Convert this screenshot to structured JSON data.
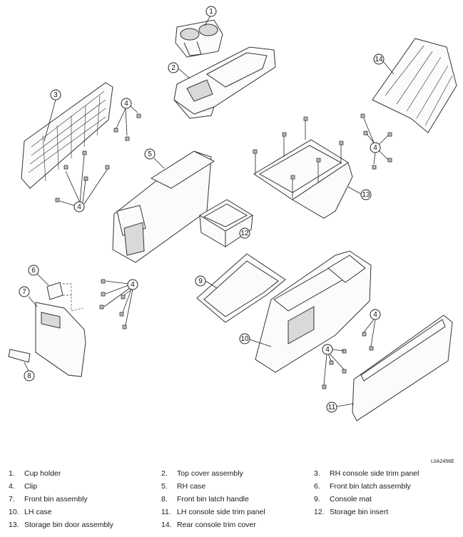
{
  "figure_id": "LIIA2456E",
  "callouts": [
    "1",
    "2",
    "3",
    "4",
    "5",
    "6",
    "7",
    "8",
    "9",
    "10",
    "11",
    "12",
    "13",
    "14"
  ],
  "legend": [
    [
      {
        "num": "1.",
        "label": "Cup holder"
      },
      {
        "num": "2.",
        "label": "Top cover assembly"
      },
      {
        "num": "3.",
        "label": "RH console side trim panel"
      }
    ],
    [
      {
        "num": "4.",
        "label": "Clip"
      },
      {
        "num": "5.",
        "label": "RH case"
      },
      {
        "num": "6.",
        "label": "Front bin latch assembly"
      }
    ],
    [
      {
        "num": "7.",
        "label": "Front bin assembly"
      },
      {
        "num": "8.",
        "label": "Front bin latch handle"
      },
      {
        "num": "9.",
        "label": "Console mat"
      }
    ],
    [
      {
        "num": "10.",
        "label": "LH case"
      },
      {
        "num": "11.",
        "label": "LH console side trim panel"
      },
      {
        "num": "12.",
        "label": "Storage bin insert"
      }
    ],
    [
      {
        "num": "13.",
        "label": "Storage bin door assembly"
      },
      {
        "num": "14.",
        "label": "Rear console trim cover"
      }
    ]
  ]
}
